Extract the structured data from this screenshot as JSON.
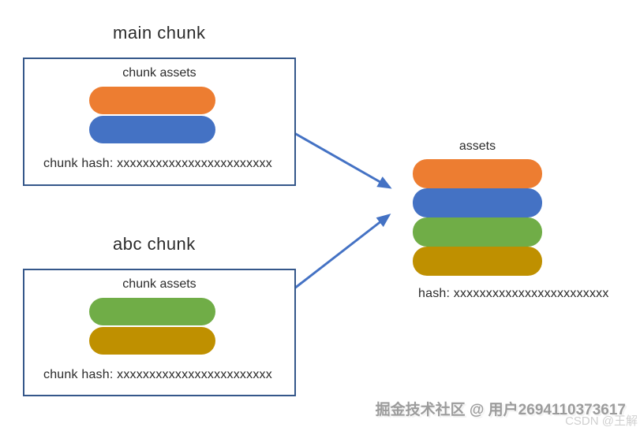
{
  "diagram": {
    "main_chunk": {
      "title": "main chunk",
      "assets_label": "chunk assets",
      "hash_label": "chunk hash: xxxxxxxxxxxxxxxxxxxxxxxx",
      "assets": [
        {
          "name": "orange-asset",
          "color": "#ED7D31"
        },
        {
          "name": "blue-asset",
          "color": "#4472C4"
        }
      ]
    },
    "abc_chunk": {
      "title": "abc chunk",
      "assets_label": "chunk assets",
      "hash_label": "chunk hash: xxxxxxxxxxxxxxxxxxxxxxxx",
      "assets": [
        {
          "name": "green-asset",
          "color": "#70AD47"
        },
        {
          "name": "gold-asset",
          "color": "#BF9000"
        }
      ]
    },
    "merged": {
      "title": "assets",
      "hash_label": "hash: xxxxxxxxxxxxxxxxxxxxxxxx",
      "assets": [
        {
          "name": "orange-asset",
          "color": "#ED7D31"
        },
        {
          "name": "blue-asset",
          "color": "#4472C4"
        },
        {
          "name": "green-asset",
          "color": "#70AD47"
        },
        {
          "name": "gold-asset",
          "color": "#BF9000"
        }
      ]
    },
    "colors": {
      "arrow": "#4472C4",
      "box_border": "#35578A",
      "text": "#2b2b2b",
      "watermark_primary": "#9c9c9c",
      "watermark_secondary": "#d0d0d0"
    }
  },
  "watermarks": {
    "primary": "掘金技术社区 @ 用户2694110373617",
    "secondary": "CSDN @王解"
  }
}
